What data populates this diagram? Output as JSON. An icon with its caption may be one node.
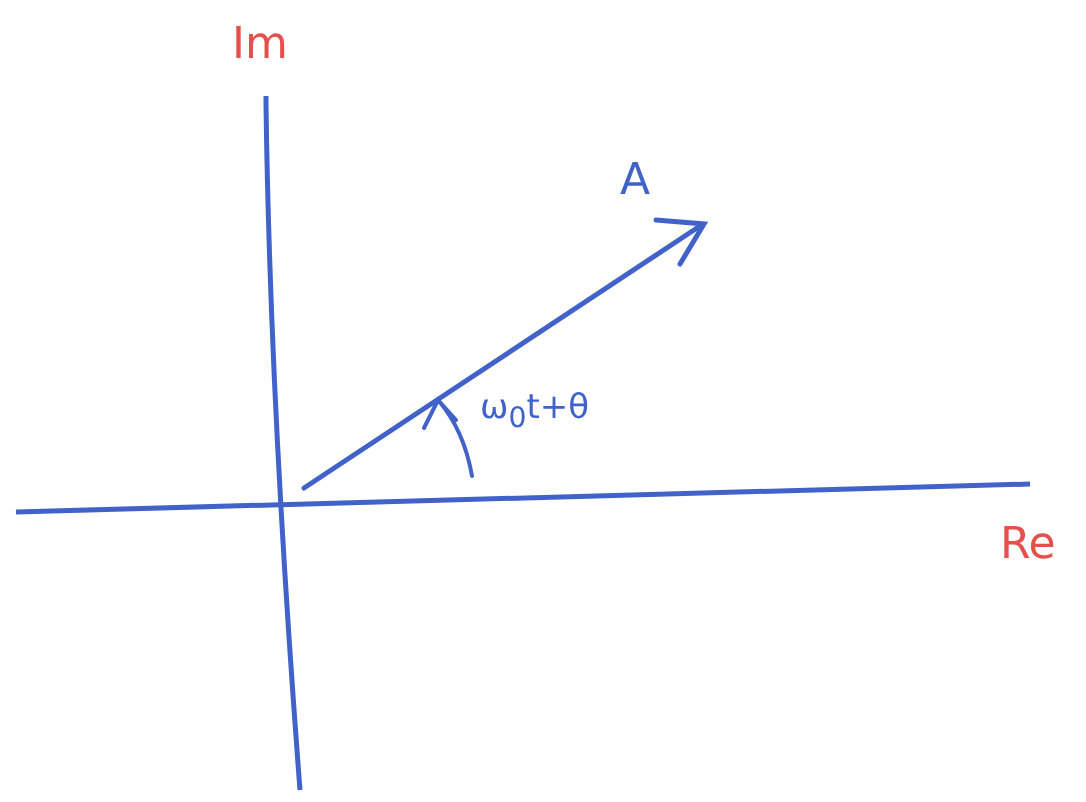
{
  "diagram": {
    "labels": [
      "Im",
      "A",
      "ω$_{0}$t+θ",
      "Re"
    ]
  }
}
